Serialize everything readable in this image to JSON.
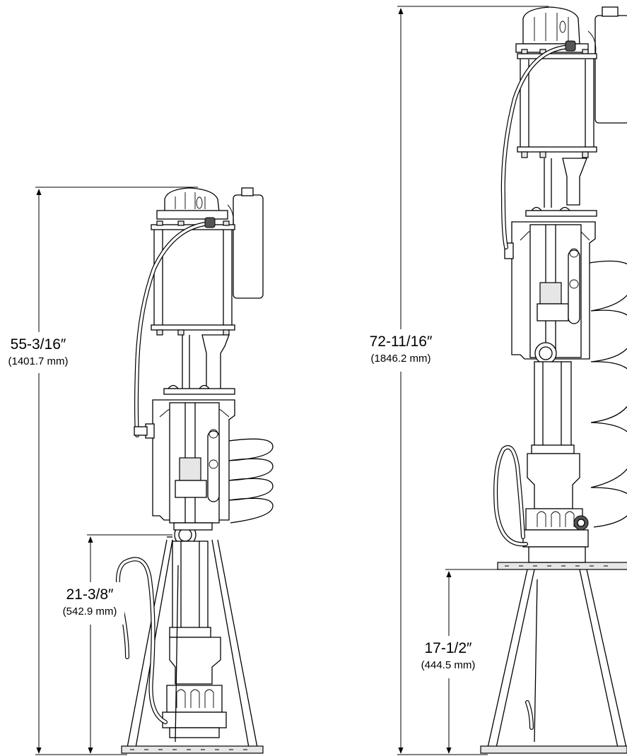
{
  "dimensions": {
    "left_total": {
      "imperial": "55-3/16″",
      "metric": "(1401.7 mm)"
    },
    "left_outlet": {
      "imperial": "21-3/8″",
      "metric": "(542.9 mm)"
    },
    "right_total": {
      "imperial": "72-11/16″",
      "metric": "(1846.2 mm)"
    },
    "right_base": {
      "imperial": "17-1/2″",
      "metric": "(444.5 mm)"
    }
  }
}
